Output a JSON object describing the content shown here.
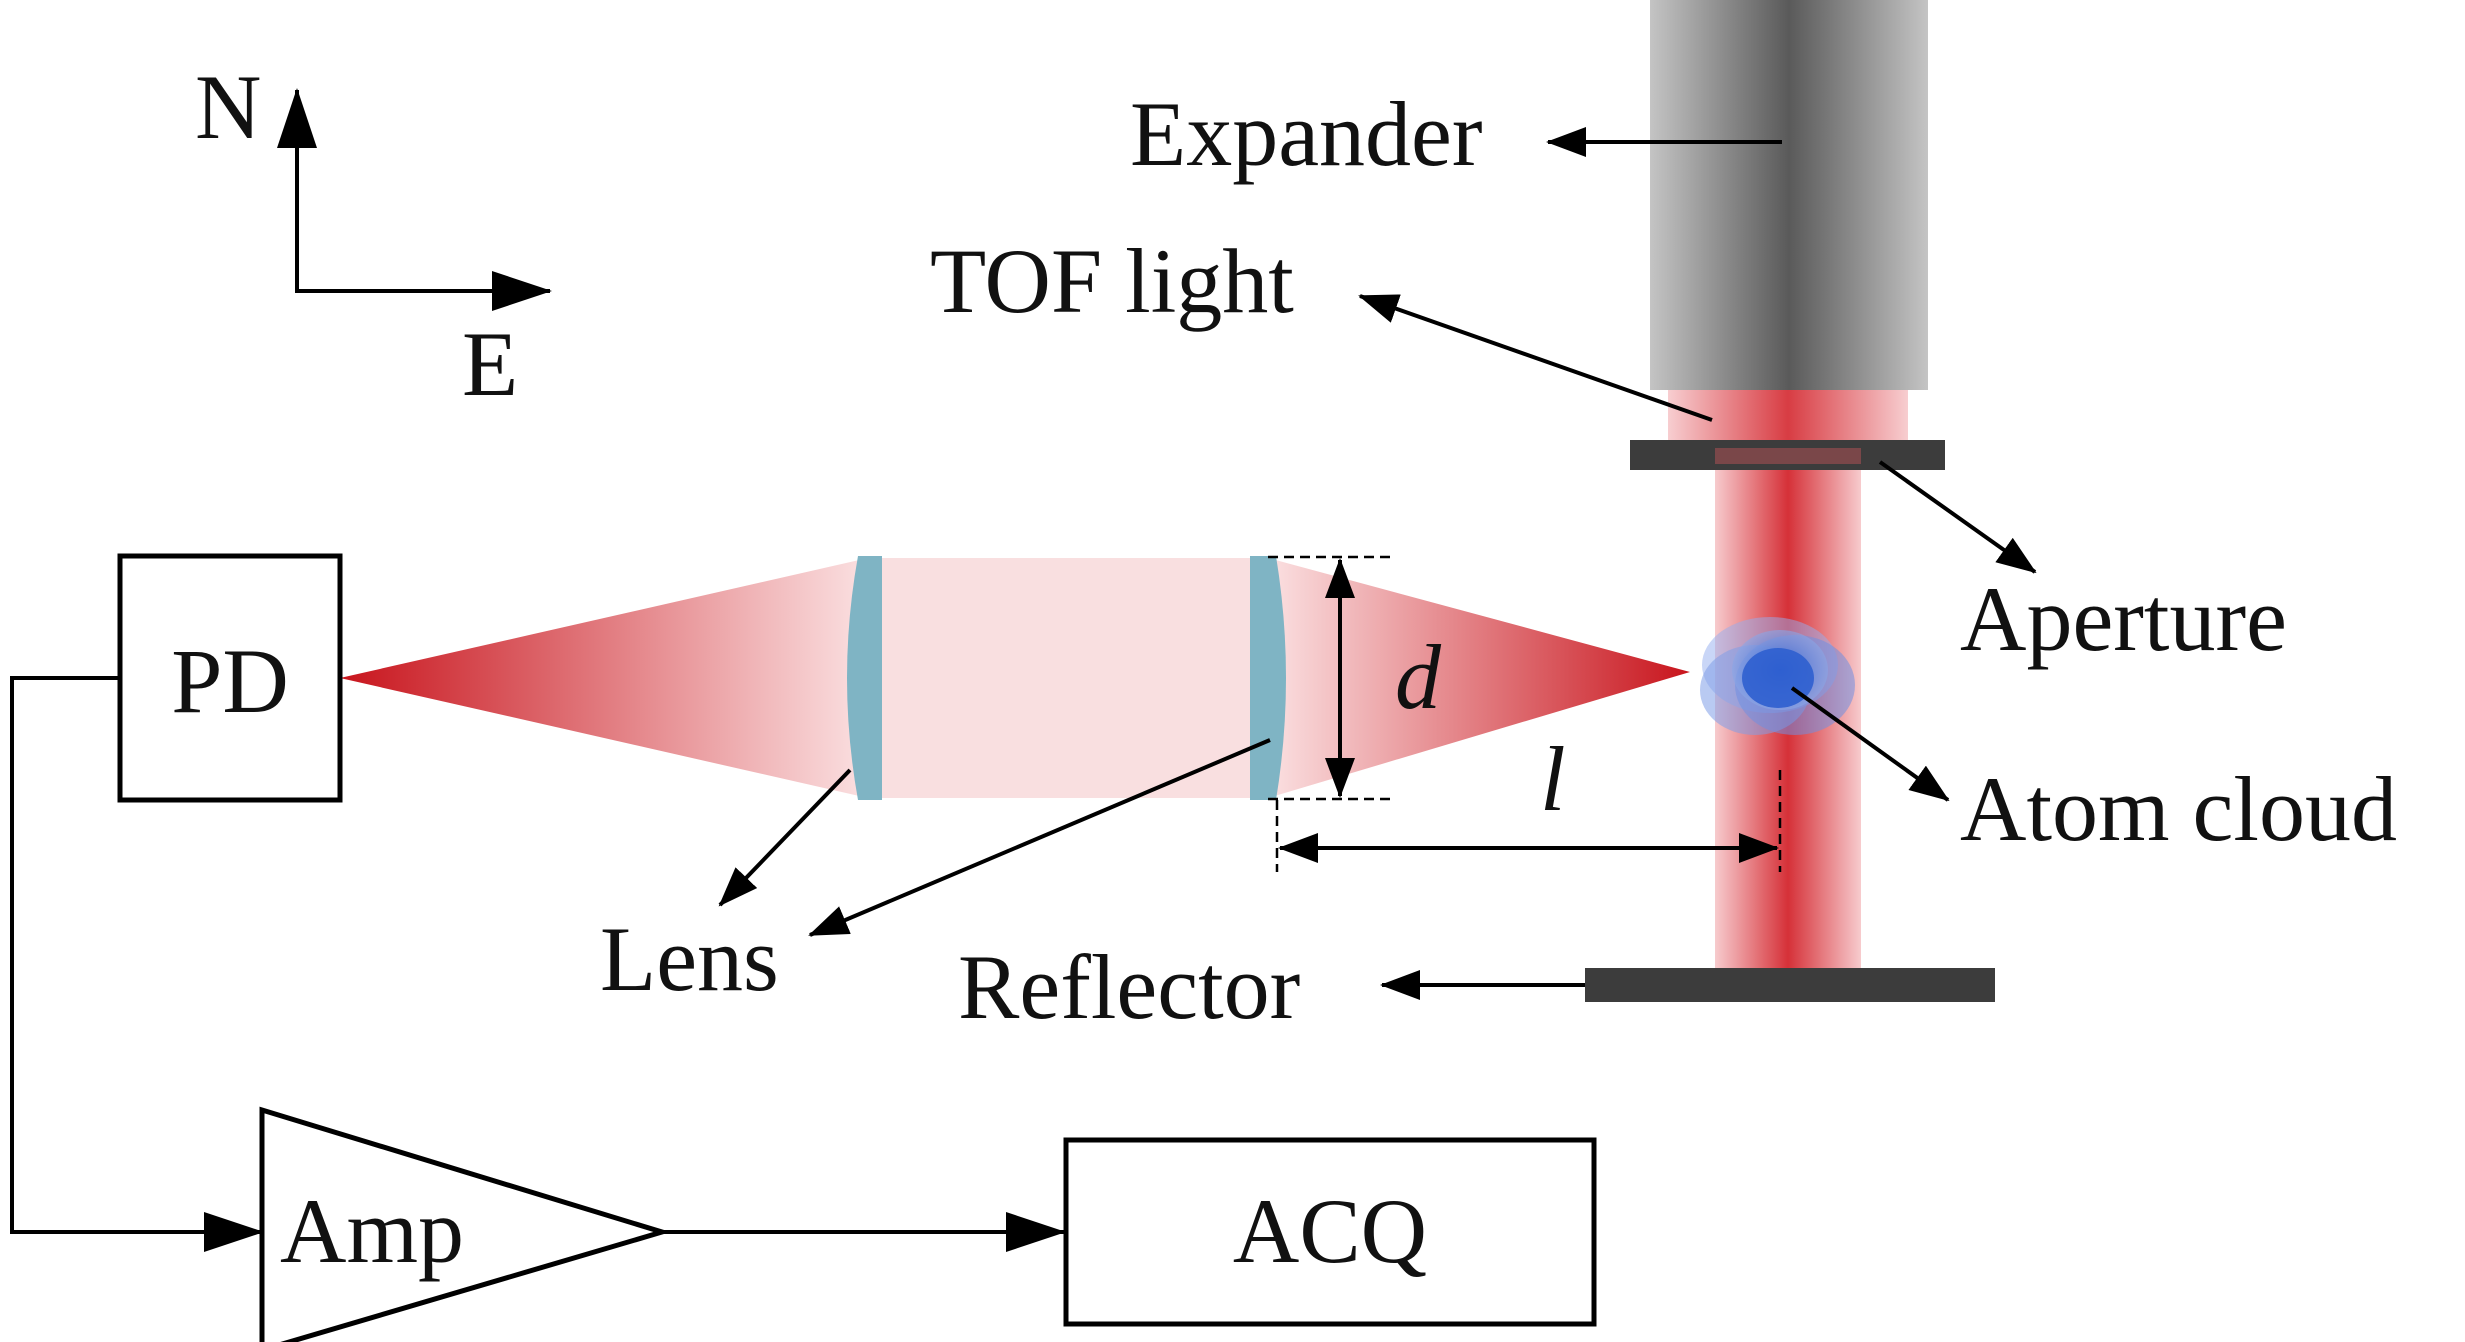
{
  "diagram": {
    "compass": {
      "north": "N",
      "east": "E"
    },
    "components": {
      "expander": "Expander",
      "tof_light": "TOF light",
      "aperture": "Aperture",
      "atom_cloud": "Atom cloud",
      "reflector": "Reflector",
      "lens": "Lens",
      "photodetector": "PD",
      "amplifier": "Amp",
      "acquisition": "ACQ"
    },
    "dimensions": {
      "beam_diameter": "d",
      "distance": "l"
    },
    "colors": {
      "laser_red": "#d11a22",
      "lens_blue": "#7fb4c4",
      "atom_blue": "#3a6fd0",
      "expander_gray": "#6a6a6a",
      "mount_dark": "#3c3c3c"
    }
  }
}
